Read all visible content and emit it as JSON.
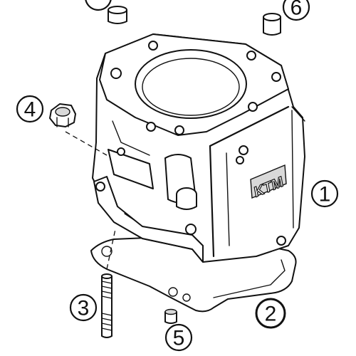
{
  "callouts": [
    {
      "label": "1"
    },
    {
      "label": "2"
    },
    {
      "label": "3"
    },
    {
      "label": "4"
    },
    {
      "label": "5"
    },
    {
      "label": "6"
    }
  ],
  "brand_text": "KTM",
  "highlight_color": "#e8742a"
}
